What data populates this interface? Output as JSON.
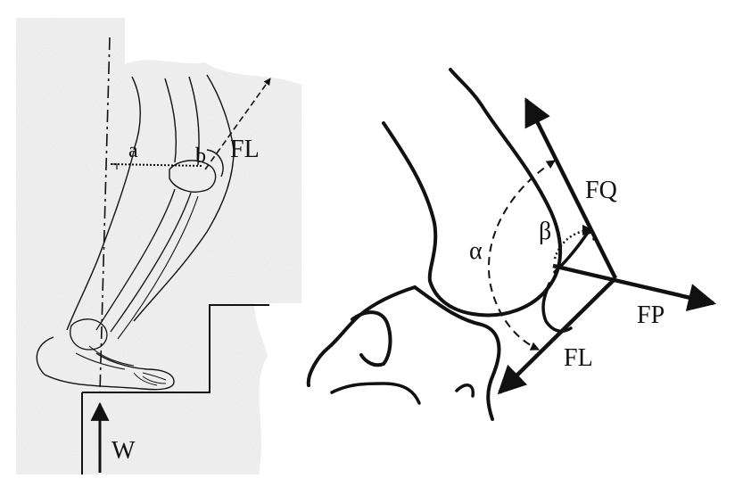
{
  "left_panel": {
    "labels": {
      "a": "a",
      "b": "b",
      "fl": "FL",
      "w": "W"
    }
  },
  "right_panel": {
    "labels": {
      "alpha": "α",
      "beta": "β",
      "fq": "FQ",
      "fp": "FP",
      "fl": "FL"
    }
  },
  "colors": {
    "ink": "#111111",
    "paper_noise": "#d9d9d9"
  }
}
